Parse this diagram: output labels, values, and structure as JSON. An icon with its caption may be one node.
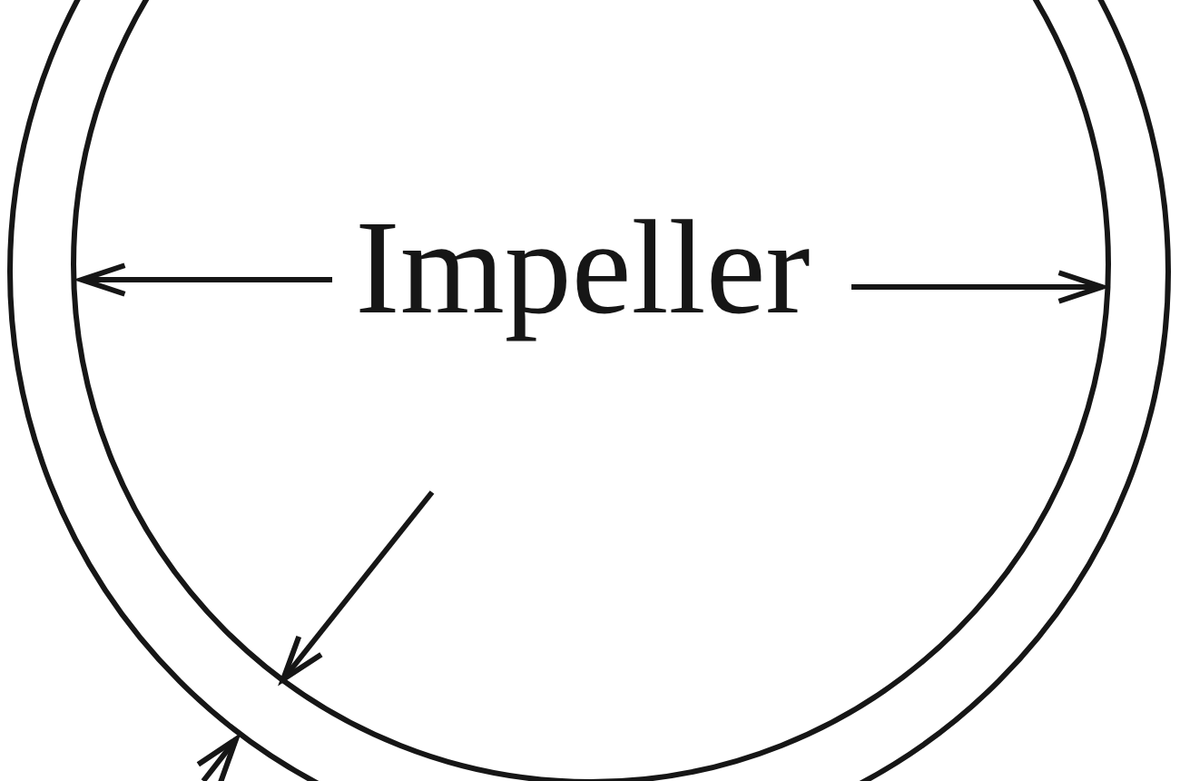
{
  "diagram": {
    "nodes": [
      {
        "text": [],
        "shape": "circle"
      },
      {
        "text": [
          "Impeller"
        ],
        "in": 0
      }
    ]
  }
}
